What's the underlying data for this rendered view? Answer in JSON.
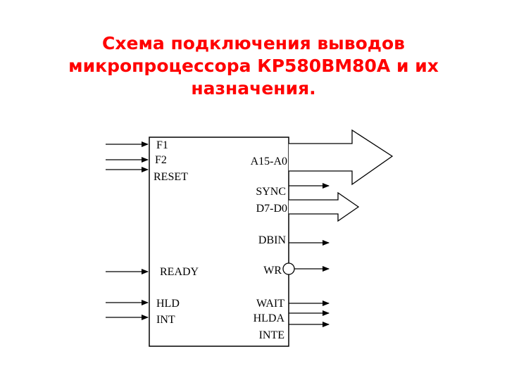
{
  "title": {
    "line1": "Схема подключения выводов",
    "line2": "микропроцессора КР580ВМ80А и их",
    "line3": "назначения."
  },
  "pins": {
    "f1": "F1",
    "f2": "F2",
    "reset": "RESET",
    "ready": "READY",
    "hld": "HLD",
    "int": "INT",
    "a15_a0": "A15-A0",
    "sync": "SYNC",
    "d7_d0": "D7-D0",
    "dbin": "DBIN",
    "wr": "WR",
    "wait": "WAIT",
    "hlda": "HLDA",
    "inte": "INTE"
  },
  "colors": {
    "title": "#ff0000",
    "lines": "#000000"
  }
}
